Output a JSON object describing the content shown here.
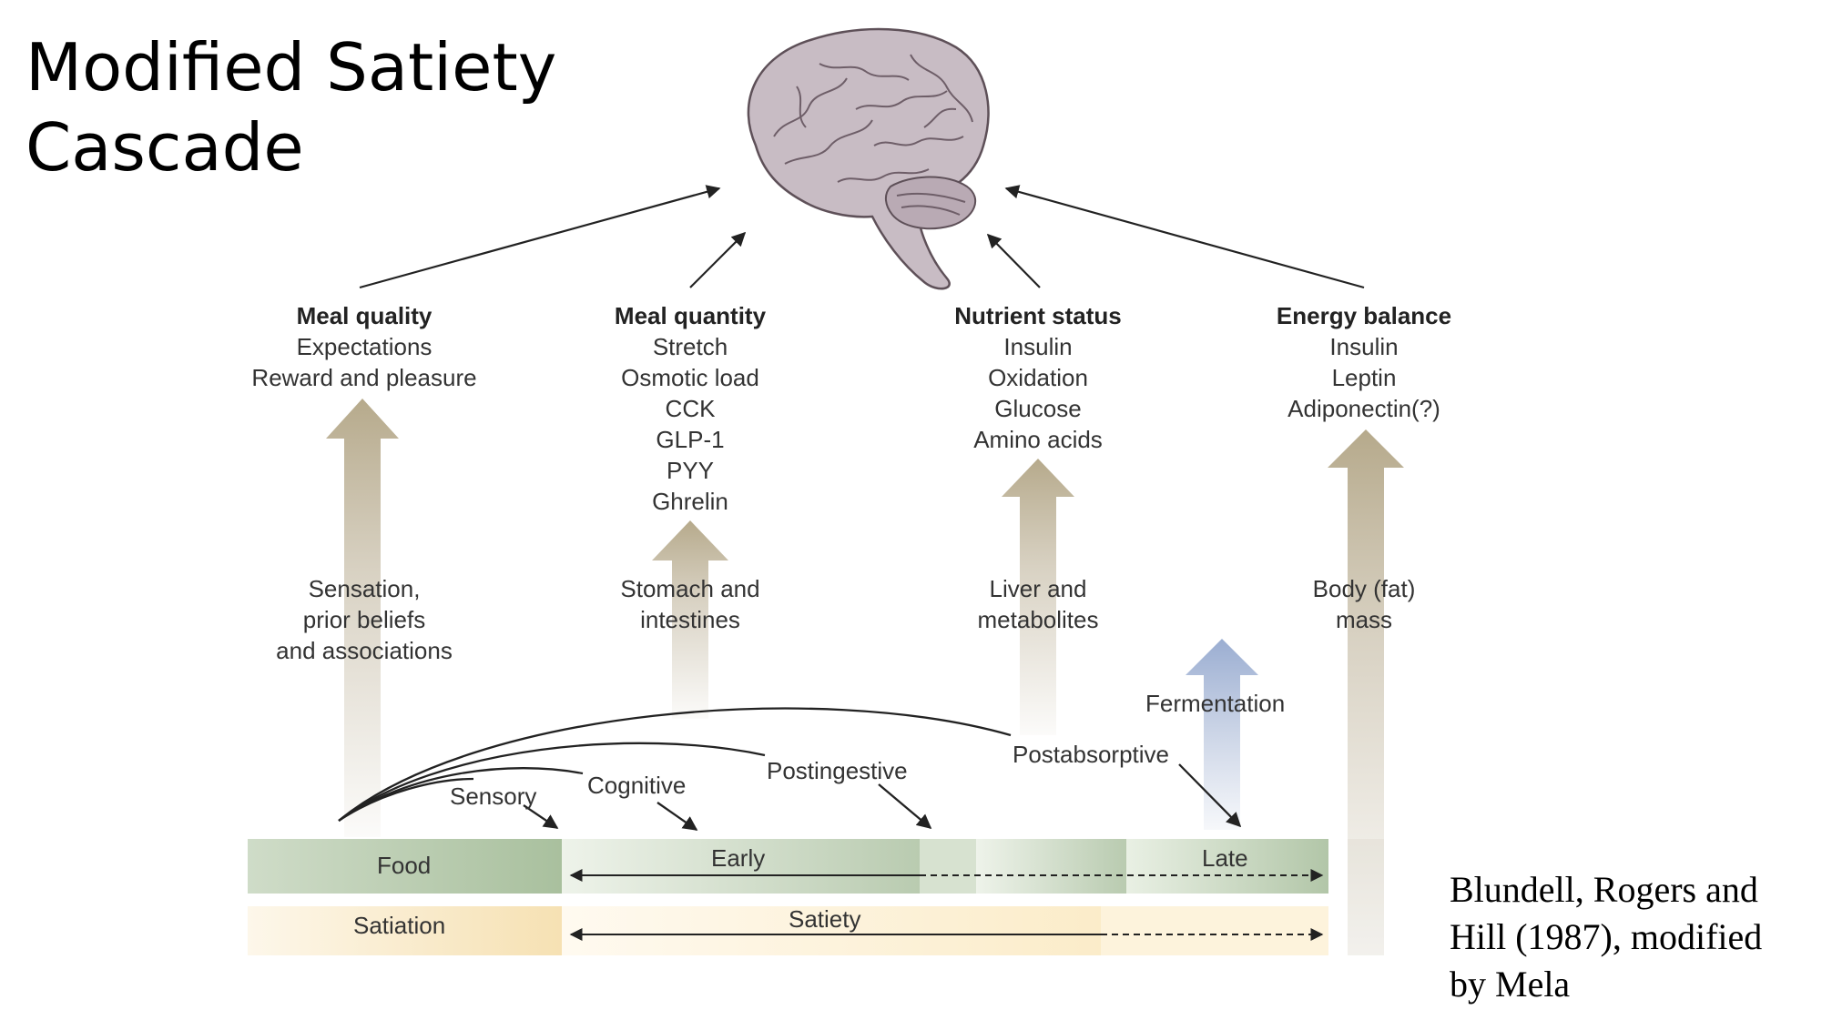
{
  "title": {
    "line1": "Modified Satiety",
    "line2": "Cascade"
  },
  "citation": {
    "line1": "Blundell, Rogers and",
    "line2": "Hill (1987), modified",
    "line3": "by Mela"
  },
  "columns": [
    {
      "heading": "Meal quality",
      "items": [
        "Expectations",
        "Reward and pleasure"
      ],
      "source": [
        "Sensation,",
        "prior beliefs",
        "and associations"
      ]
    },
    {
      "heading": "Meal quantity",
      "items": [
        "Stretch",
        "Osmotic load",
        "CCK",
        "GLP-1",
        "PYY",
        "Ghrelin"
      ],
      "source": [
        "Stomach and",
        "intestines"
      ]
    },
    {
      "heading": "Nutrient status",
      "items": [
        "Insulin",
        "Oxidation",
        "Glucose",
        "Amino acids"
      ],
      "source": [
        "Liver and",
        "metabolites"
      ]
    },
    {
      "heading": "Energy balance",
      "items": [
        "Insulin",
        "Leptin",
        "Adiponectin(?)"
      ],
      "source": [
        "Body (fat)",
        "mass"
      ]
    }
  ],
  "fermentation": "Fermentation",
  "phases": {
    "sensory": "Sensory",
    "cognitive": "Cognitive",
    "postingestive": "Postingestive",
    "postabsorptive": "Postabsorptive"
  },
  "timeline": {
    "food": "Food",
    "early": "Early",
    "late": "Late",
    "satiation": "Satiation",
    "satiety": "Satiety"
  },
  "colors": {
    "tan_arrow": "#b9ad92",
    "blue_arrow": "#a7b6d3",
    "green_bar": "#b9cbb0",
    "yellow_bar": "#f6e3b8"
  }
}
